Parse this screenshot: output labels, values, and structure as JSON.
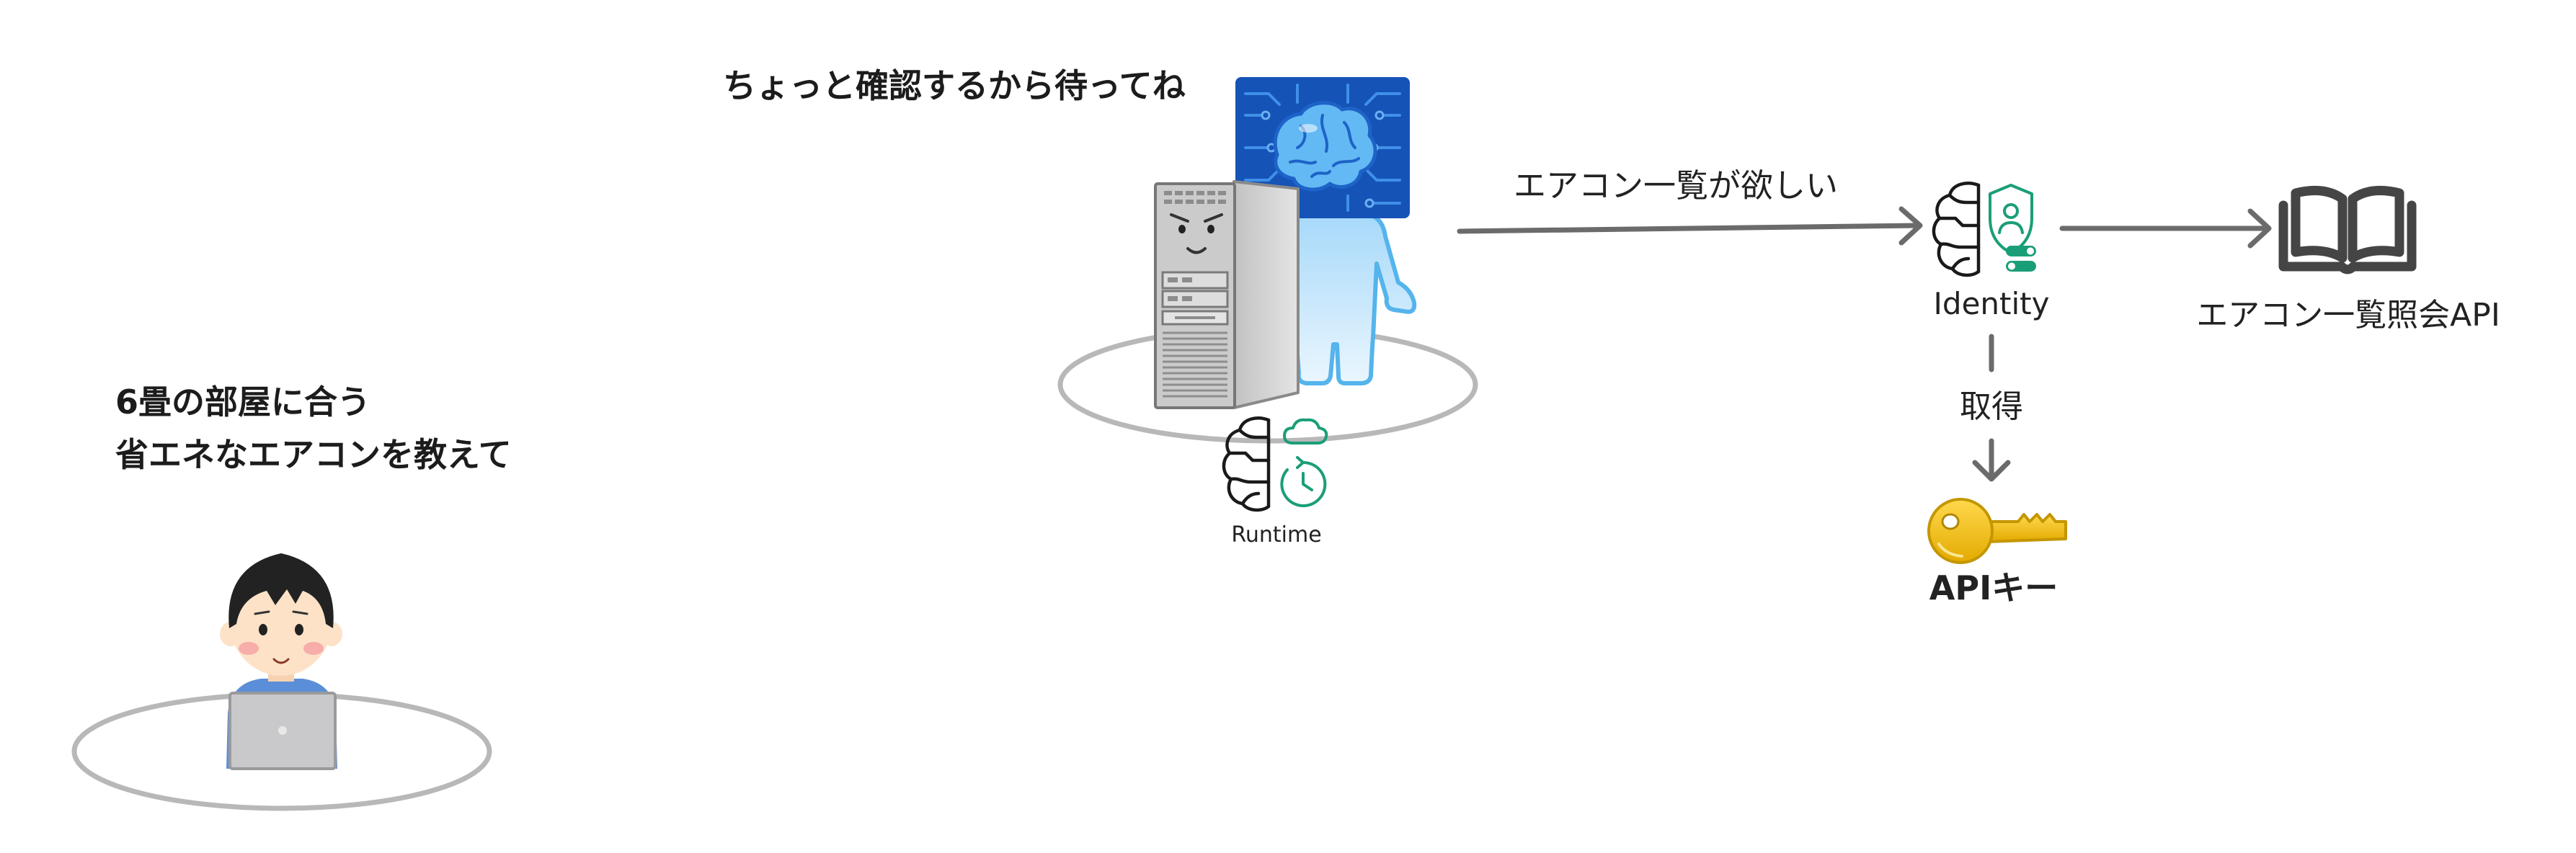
{
  "user": {
    "message_lines": [
      "6畳の部屋に合う",
      "省エネなエアコンを教えて"
    ],
    "avatar_icon": "person-with-laptop-icon"
  },
  "agent": {
    "thought": "ちょっと確認するから待ってね",
    "illustration_icon": "ai-server-robot-icon",
    "runtime": {
      "label": "Runtime",
      "icon": "runtime-icon"
    }
  },
  "request": {
    "label": "エアコン一覧が欲しい"
  },
  "identity": {
    "label": "Identity",
    "icon": "identity-icon"
  },
  "credential": {
    "action_label": "取得",
    "label": "APIキー",
    "icon": "key-icon"
  },
  "api": {
    "label": "エアコン一覧照会API",
    "icon": "book-icon"
  },
  "colors": {
    "arrow": "#6b6b6b",
    "platform": "#b8b8b8",
    "accent_green": "#1a9e78",
    "key_gold": "#f3c300",
    "brain_blue": "#1553b6"
  }
}
